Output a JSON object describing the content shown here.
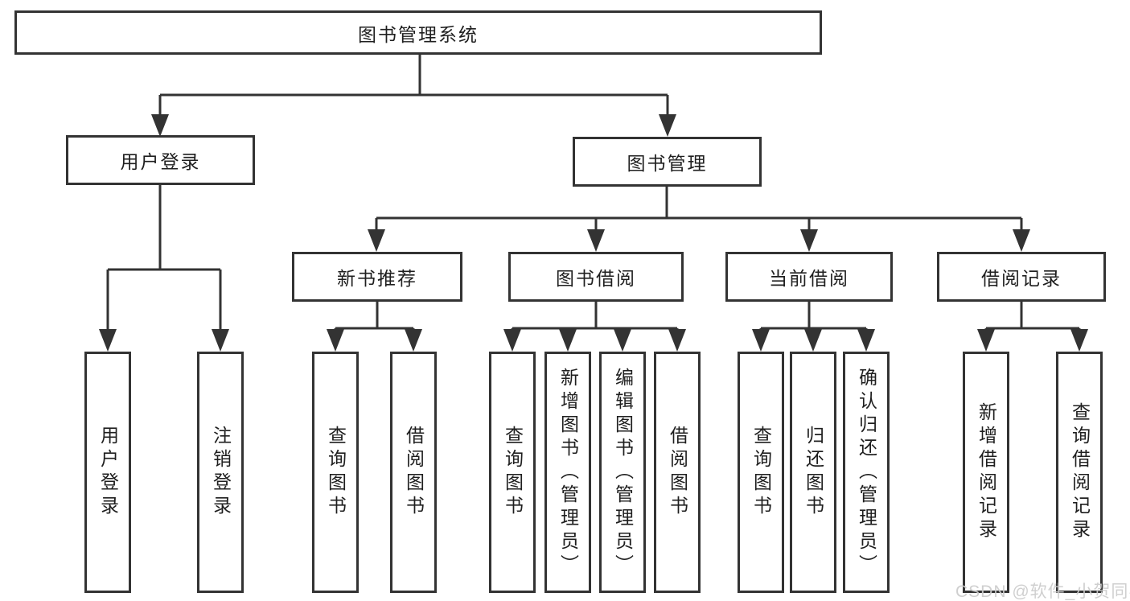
{
  "diagram": {
    "root": {
      "label": "图书管理系统"
    },
    "level2": [
      {
        "label": "用户登录"
      },
      {
        "label": "图书管理"
      }
    ],
    "level3": [
      {
        "label": "新书推荐"
      },
      {
        "label": "图书借阅"
      },
      {
        "label": "当前借阅"
      },
      {
        "label": "借阅记录"
      }
    ],
    "leaves": [
      {
        "parent": "用户登录",
        "label": "用户登录"
      },
      {
        "parent": "用户登录",
        "label": "注销登录"
      },
      {
        "parent": "新书推荐",
        "label": "查询图书"
      },
      {
        "parent": "新书推荐",
        "label": "借阅图书"
      },
      {
        "parent": "图书借阅",
        "label": "查询图书"
      },
      {
        "parent": "图书借阅",
        "label": "新增图书（管理员）"
      },
      {
        "parent": "图书借阅",
        "label": "编辑图书（管理员）"
      },
      {
        "parent": "图书借阅",
        "label": "借阅图书"
      },
      {
        "parent": "当前借阅",
        "label": "查询图书"
      },
      {
        "parent": "当前借阅",
        "label": "归还图书"
      },
      {
        "parent": "当前借阅",
        "label": "确认归还（管理员）"
      },
      {
        "parent": "借阅记录",
        "label": "新增借阅记录"
      },
      {
        "parent": "借阅记录",
        "label": "查询借阅记录"
      }
    ],
    "watermark": "CSDN @软件_小贺同学",
    "colors": {
      "line": "#333333",
      "text": "#1f1f1f",
      "watermark": "#cccccc",
      "background": "#ffffff"
    }
  }
}
